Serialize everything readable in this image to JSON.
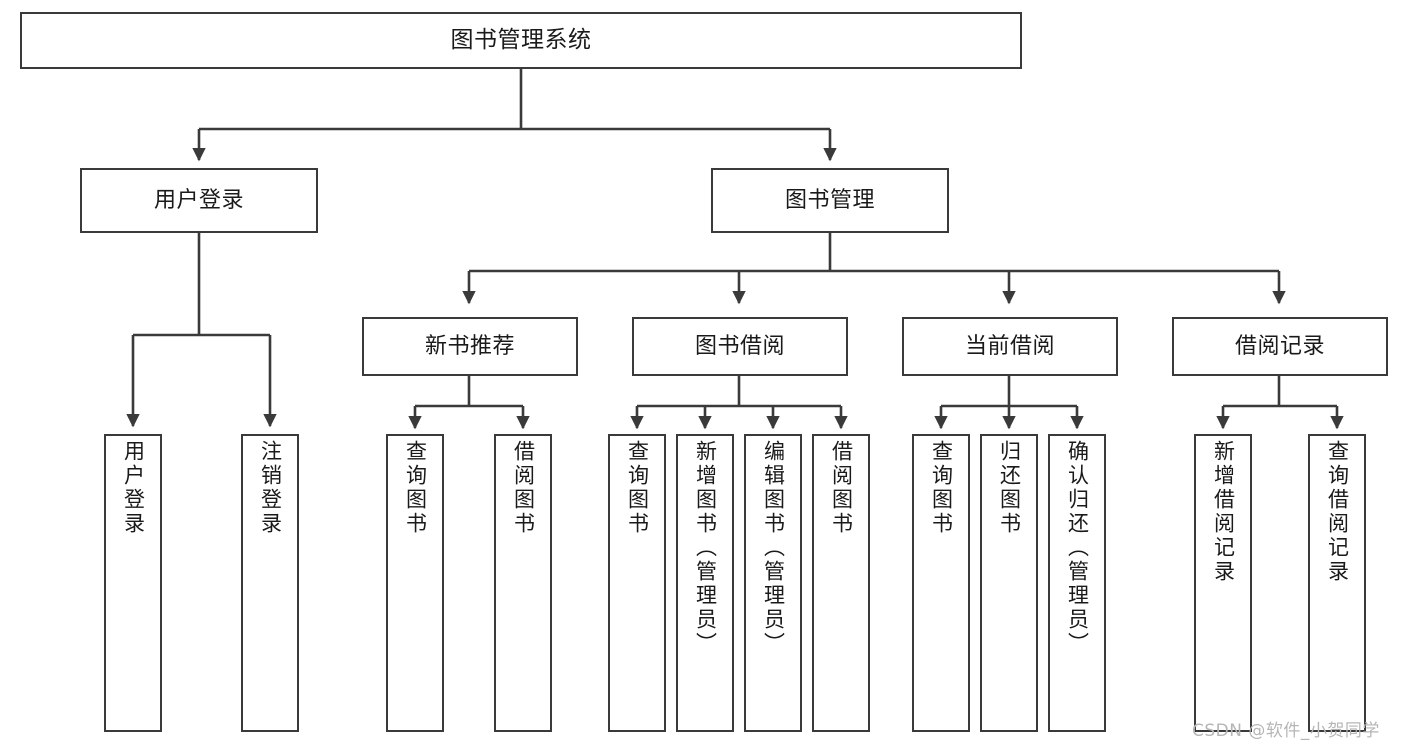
{
  "diagram": {
    "title": "图书管理系统",
    "type": "tree-hierarchy-diagram",
    "theme": {
      "background": "#ffffff",
      "node_border": "#3a3a3a",
      "node_fill": "#ffffff",
      "edge_color": "#3a3a3a",
      "text_color": "#1a1a1a",
      "watermark_color": "#b6b6b6"
    }
  },
  "root": {
    "label": "图书管理系统"
  },
  "level2": [
    {
      "label": "用户登录"
    },
    {
      "label": "图书管理"
    }
  ],
  "level3": [
    {
      "label": "新书推荐"
    },
    {
      "label": "图书借阅"
    },
    {
      "label": "当前借阅"
    },
    {
      "label": "借阅记录"
    }
  ],
  "leaves": {
    "user_login": [
      {
        "label": "用户登录"
      },
      {
        "label": "注销登录"
      }
    ],
    "new_book_recommend": [
      {
        "label": "查询图书"
      },
      {
        "label": "借阅图书"
      }
    ],
    "book_borrow": [
      {
        "label": "查询图书"
      },
      {
        "label": "新增图书（管理员）"
      },
      {
        "label": "编辑图书（管理员）"
      },
      {
        "label": "借阅图书"
      }
    ],
    "current_borrow": [
      {
        "label": "查询图书"
      },
      {
        "label": "归还图书"
      },
      {
        "label": "确认归还（管理员）"
      }
    ],
    "borrow_record": [
      {
        "label": "新增借阅记录"
      },
      {
        "label": "查询借阅记录"
      }
    ]
  },
  "watermark": {
    "text": "CSDN @软件_小贺同学"
  }
}
